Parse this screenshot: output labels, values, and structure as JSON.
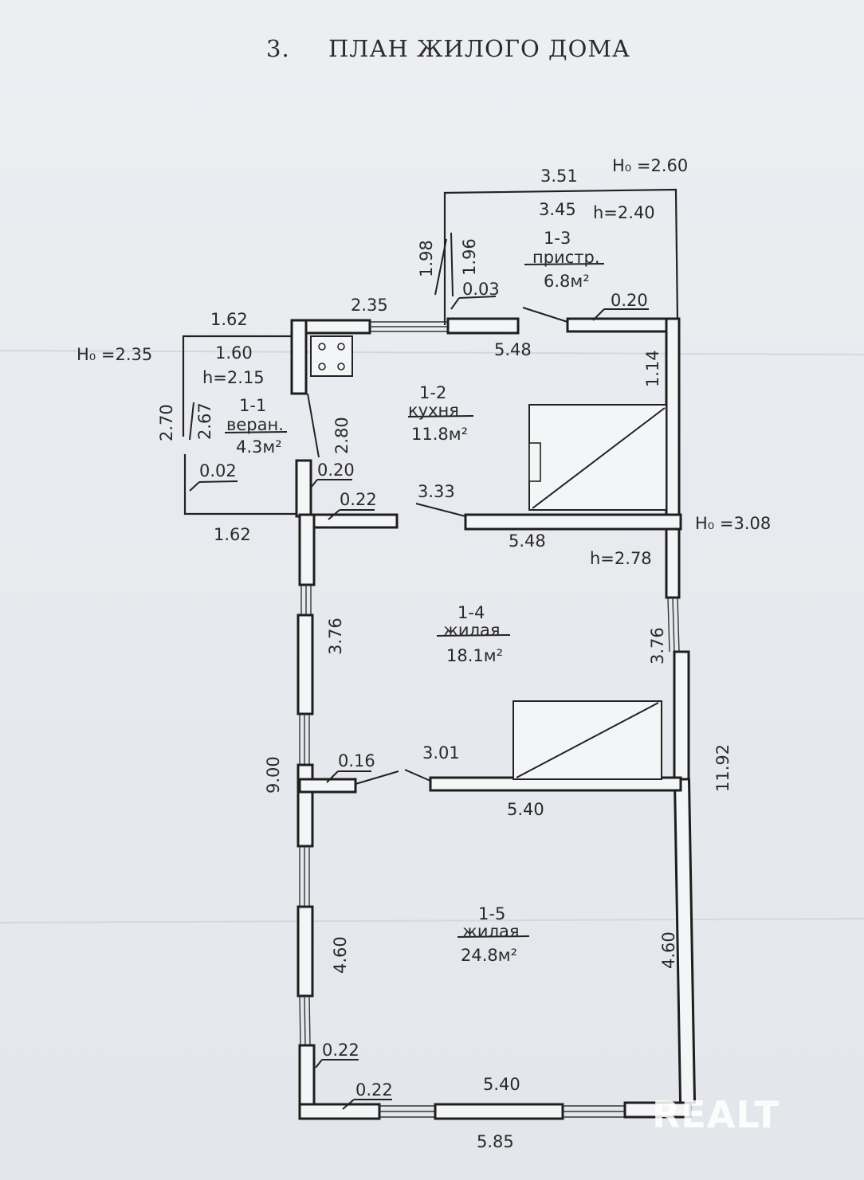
{
  "title": {
    "number": "3.",
    "text": "ПЛАН ЖИЛОГО ДОМА"
  },
  "rooms": [
    {
      "id": "1-1",
      "type": "веран.",
      "area": "4.3м²"
    },
    {
      "id": "1-2",
      "type": "кухня",
      "area": "11.8м²"
    },
    {
      "id": "1-3",
      "type": "пристр.",
      "area": "6.8м²"
    },
    {
      "id": "1-4",
      "type": "жилая",
      "area": "18.1м²"
    },
    {
      "id": "1-5",
      "type": "жилая",
      "area": "24.8м²"
    }
  ],
  "heights": {
    "H0_veranda": "Н₀ =2.35",
    "h_veranda": "h=2.15",
    "H0_extension": "Н₀ =2.60",
    "h_extension": "h=2.40",
    "H0_house": "Н₀ =3.08",
    "h_house": "h=2.78"
  },
  "dimensions": {
    "d_3_51": "3.51",
    "d_3_45": "3.45",
    "d_1_98": "1.98",
    "d_1_96": "1.96",
    "d_0_03": "0.03",
    "d_0_20_top": "0.20",
    "d_2_35": "2.35",
    "d_5_48_top": "5.48",
    "d_1_14": "1.14",
    "d_1_62_top": "1.62",
    "d_1_60": "1.60",
    "d_2_70": "2.70",
    "d_2_67": "2.67",
    "d_2_80": "2.80",
    "d_0_02": "0.02",
    "d_0_20_mid": "0.20",
    "d_0_22_a": "0.22",
    "d_3_33": "3.33",
    "d_1_62_bot": "1.62",
    "d_5_48_mid": "5.48",
    "d_3_76_left": "3.76",
    "d_3_76_right": "3.76",
    "d_9_00": "9.00",
    "d_0_16": "0.16",
    "d_3_01": "3.01",
    "d_5_40_mid": "5.40",
    "d_11_92": "11.92",
    "d_4_60_left": "4.60",
    "d_4_60_right": "4.60",
    "d_0_22_b": "0.22",
    "d_0_22_c": "0.22",
    "d_5_40_bot": "5.40",
    "d_5_85": "5.85"
  },
  "watermark": "REALT"
}
